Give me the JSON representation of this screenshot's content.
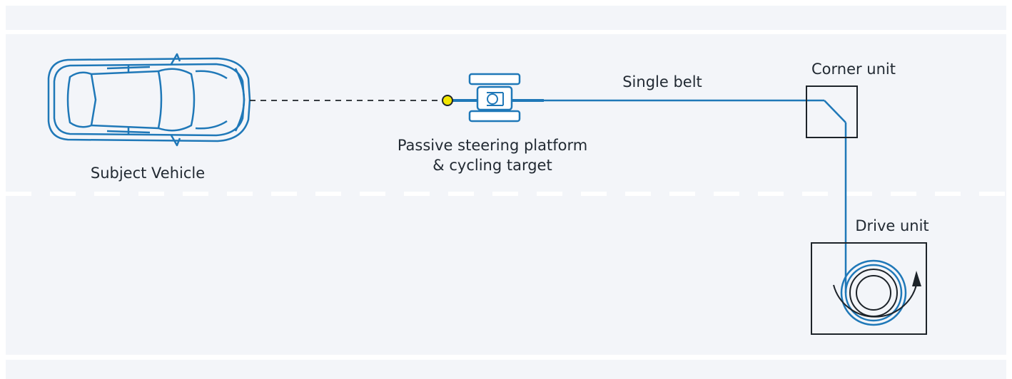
{
  "labels": {
    "subject_vehicle": "Subject Vehicle",
    "platform_line1": "Passive steering platform",
    "platform_line2": "& cycling target",
    "single_belt": "Single belt",
    "corner_unit": "Corner unit",
    "drive_unit": "Drive unit"
  },
  "colors": {
    "background": "#ffffff",
    "lane": "#f3f5f9",
    "belt": "#1f78b8",
    "outline": "#1d2329",
    "target_dot": "#f2e600",
    "text": "#222a33"
  },
  "icons": [
    "car-icon",
    "platform-icon",
    "target-dot-icon",
    "corner-unit-icon",
    "drive-unit-icon",
    "rotation-arrow-icon"
  ]
}
